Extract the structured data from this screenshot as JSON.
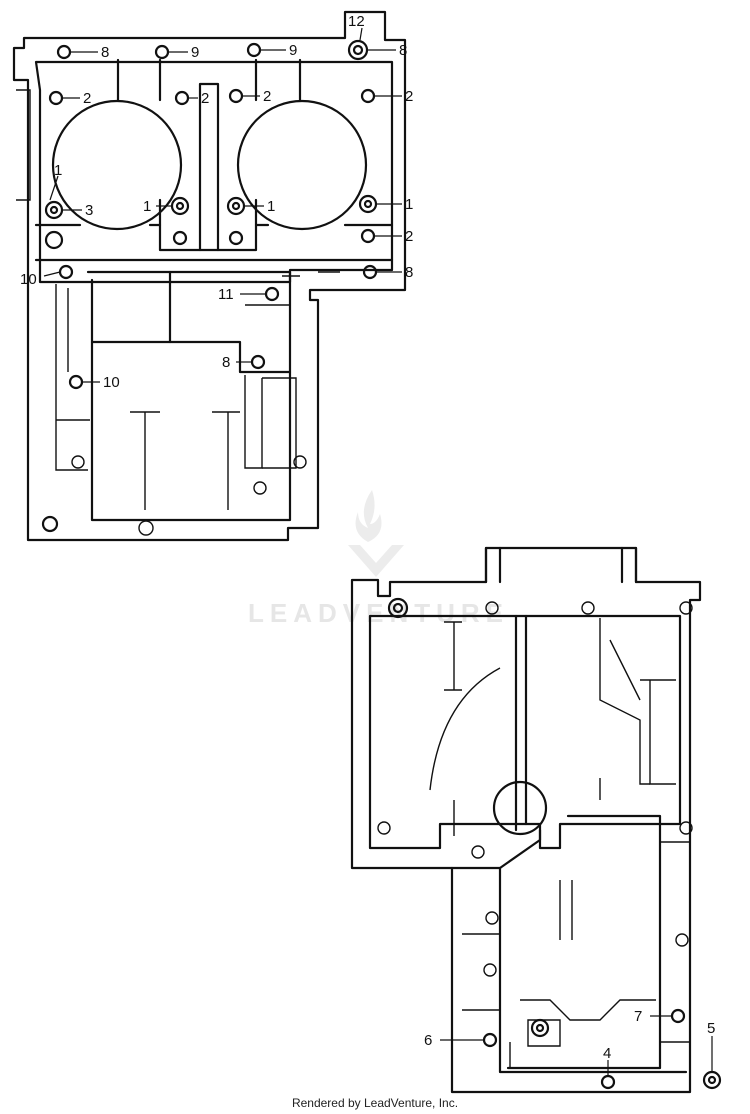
{
  "watermark": {
    "text": "LEADVENTURE"
  },
  "footer": {
    "text": "Rendered by LeadVenture, Inc."
  },
  "callouts": [
    {
      "id": "c1",
      "label": "8"
    },
    {
      "id": "c2",
      "label": "9"
    },
    {
      "id": "c3",
      "label": "9"
    },
    {
      "id": "c4",
      "label": "12"
    },
    {
      "id": "c5",
      "label": "8"
    },
    {
      "id": "c6",
      "label": "2"
    },
    {
      "id": "c7",
      "label": "2"
    },
    {
      "id": "c8",
      "label": "2"
    },
    {
      "id": "c9",
      "label": "2"
    },
    {
      "id": "c10",
      "label": "1"
    },
    {
      "id": "c11",
      "label": "3"
    },
    {
      "id": "c12",
      "label": "1"
    },
    {
      "id": "c13",
      "label": "1"
    },
    {
      "id": "c14",
      "label": "1"
    },
    {
      "id": "c15",
      "label": "2"
    },
    {
      "id": "c16",
      "label": "10"
    },
    {
      "id": "c17",
      "label": "8"
    },
    {
      "id": "c18",
      "label": "11"
    },
    {
      "id": "c19",
      "label": "8"
    },
    {
      "id": "c20",
      "label": "10"
    },
    {
      "id": "c21",
      "label": "7"
    },
    {
      "id": "c22",
      "label": "5"
    },
    {
      "id": "c23",
      "label": "6"
    },
    {
      "id": "c24",
      "label": "4"
    }
  ]
}
